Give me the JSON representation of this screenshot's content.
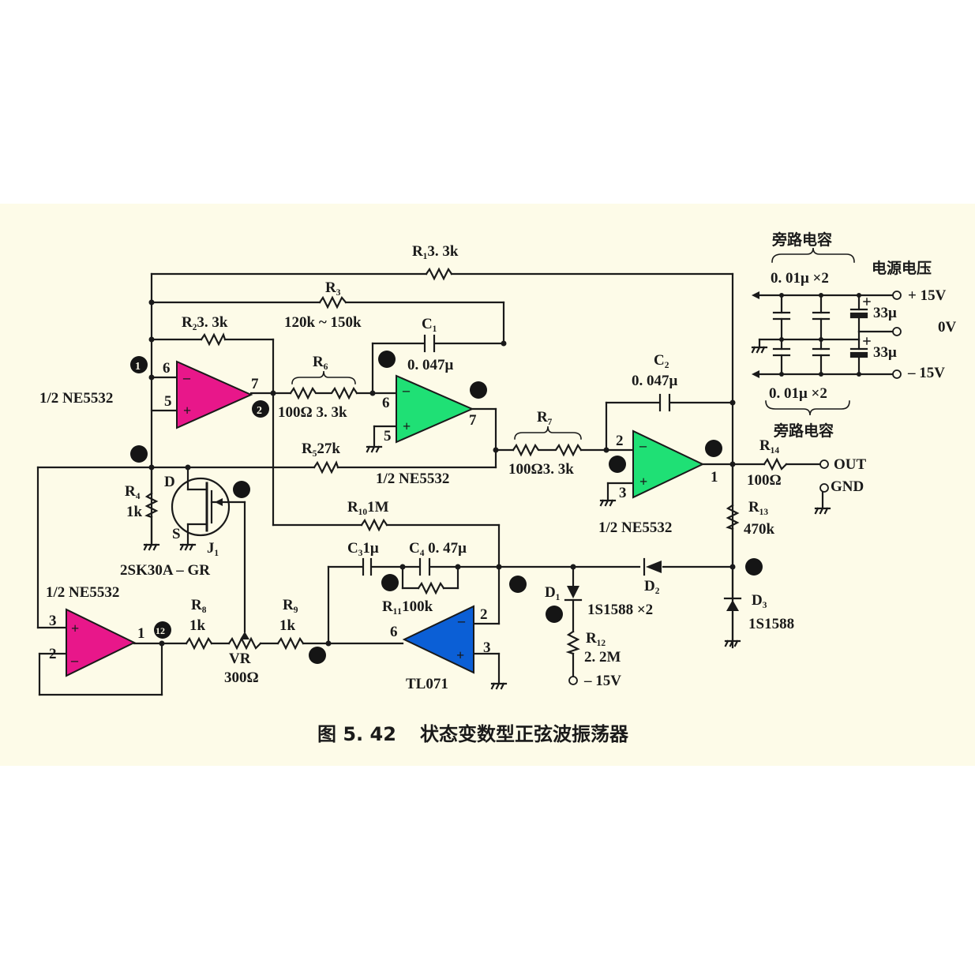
{
  "caption": {
    "figure_no": "图 5. 42",
    "title": "状态变数型正弦波振荡器"
  },
  "components": {
    "r1": "R₁3. 3k",
    "r2": "R₂3. 3k",
    "r3_name": "R₃",
    "r3_value": "120k ~ 150k",
    "r4_name": "R₄",
    "r4_value": "1k",
    "r5": "R₅27k",
    "r6_name": "R₆",
    "r6_value": "100Ω 3. 3k",
    "r7_name": "R₇",
    "r7_value": "100Ω3. 3k",
    "r8_name": "R₈",
    "r8_value": "1k",
    "r9_name": "R₉",
    "r9_value": "1k",
    "r10": "R₁₀1M",
    "r11": "R₁₁100k",
    "r12_name": "R₁₂",
    "r12_value": "2. 2M",
    "r13_name": "R₁₃",
    "r13_value": "470k",
    "r14_name": "R₁₄",
    "r14_value": "100Ω",
    "c1_name": "C₁",
    "c1_value": "0. 047μ",
    "c2_name": "C₂",
    "c2_value": "0. 047μ",
    "c3": "C₃1μ",
    "c4": "C₄ 0. 47μ",
    "vr_name": "VR",
    "vr_value": "300Ω",
    "j1_name": "J₁",
    "j1_part": "2SK30A – GR",
    "j1_d": "D",
    "j1_s": "S",
    "d1_name": "D₁",
    "d2_name": "D₂",
    "d3_name": "D₃",
    "d12_part": "1S1588 ×2",
    "d3_part": "1S1588",
    "neg15": "– 15V"
  },
  "opamps": {
    "u1_label": "1/2 NE5532",
    "u2_label": "1/2 NE5532",
    "u3_label": "1/2 NE5532",
    "u4_label": "1/2 NE5532",
    "u5_label": "TL071",
    "minus": "–",
    "plus": "+"
  },
  "pins": {
    "u1_in_minus": "6",
    "u1_in_plus": "5",
    "u1_out": "7",
    "u2_in_minus": "6",
    "u2_in_plus": "5",
    "u2_out": "7",
    "u3_in_minus": "2",
    "u3_in_plus": "3",
    "u3_out": "1",
    "u4_in_plus": "3",
    "u4_in_minus": "2",
    "u4_out": "1",
    "u5_in_minus": "2",
    "u5_in_plus": "3",
    "u5_out": "6"
  },
  "markers": {
    "m1": "1",
    "m2": "2",
    "m12": "12"
  },
  "power": {
    "bypass_top": "旁路电容",
    "bypass_top_value": "0. 01μ ×2",
    "supply_label": "电源电压",
    "plus15": "+ 15V",
    "zero": "0V",
    "minus15": "– 15V",
    "elec_top": "33μ",
    "elec_bot": "33μ",
    "bypass_bot_value": "0. 01μ ×2",
    "bypass_bot": "旁路电容"
  },
  "output": {
    "out": "OUT",
    "gnd": "GND"
  },
  "colors": {
    "opamp_magenta": "#e8178a",
    "opamp_green": "#1fe075",
    "opamp_blue": "#0b5fd6",
    "background": "#fdfbe8",
    "ink": "#1a1a1a"
  }
}
